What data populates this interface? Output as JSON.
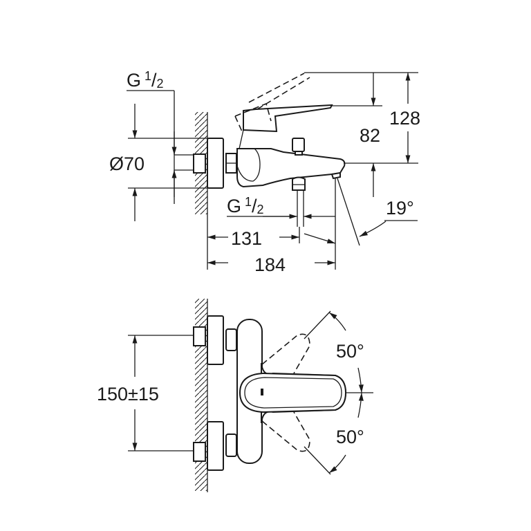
{
  "drawing": {
    "side_view": {
      "inlet_thread": {
        "main": "G",
        "sup": "1",
        "slash": "/",
        "sub": "2"
      },
      "diameter": "Ø70",
      "height_lever": "82",
      "height_total": "128",
      "outlet_thread": {
        "main": "G",
        "sup": "1",
        "slash": "/",
        "sub": "2"
      },
      "spout_angle": "19°",
      "depth_outlet": "131",
      "depth_total": "184"
    },
    "top_view": {
      "center_distance": "150±15",
      "lever_angle_up": "50°",
      "lever_angle_down": "50°"
    }
  }
}
